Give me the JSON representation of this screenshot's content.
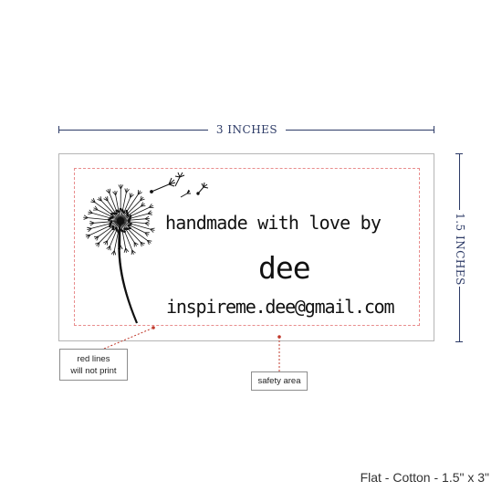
{
  "dimensions": {
    "width_label": "3 INCHES",
    "height_label": "1.5 INCHES",
    "line_color": "#2c3a66"
  },
  "label": {
    "line1": "handmade with love by",
    "line2": "dee",
    "line3": "inspireme.dee@gmail.com",
    "icon": "dandelion-icon",
    "safety_line_color": "#e88d8d"
  },
  "callouts": {
    "red_lines_line1": "red lines",
    "red_lines_line2": "will not print",
    "safety_area": "safety area",
    "pointer_color": "#c0392b"
  },
  "product_caption": "Flat - Cotton - 1.5\" x 3\""
}
